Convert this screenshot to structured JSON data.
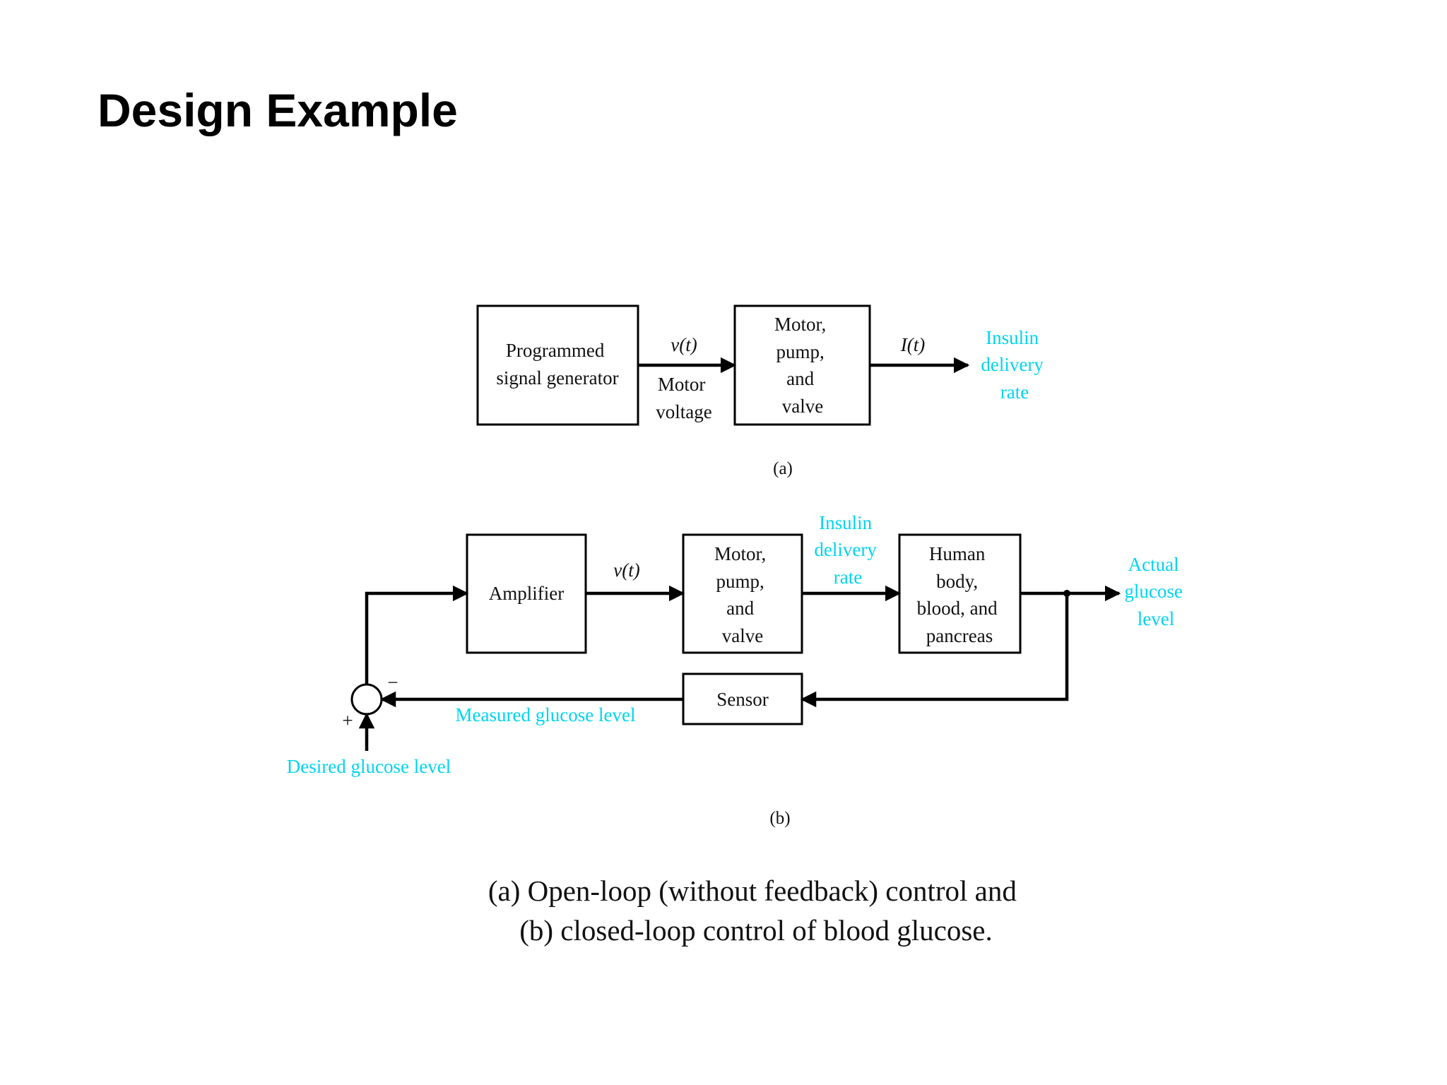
{
  "slide": {
    "title": "Design Example"
  },
  "diagram_a": {
    "label": "(a)",
    "blocks": {
      "generator": [
        "Programmed",
        "signal generator"
      ],
      "motor": [
        "Motor,",
        "pump,",
        "and",
        "valve"
      ]
    },
    "signals": {
      "v_symbol": "v(t)",
      "motor_voltage": [
        "Motor",
        "voltage"
      ],
      "i_symbol": "I(t)",
      "output": [
        "Insulin",
        "delivery",
        "rate"
      ]
    }
  },
  "diagram_b": {
    "label": "(b)",
    "blocks": {
      "amplifier": [
        "Amplifier"
      ],
      "motor": [
        "Motor,",
        "pump,",
        "and",
        "valve"
      ],
      "body": [
        "Human",
        "body,",
        "blood, and",
        "pancreas"
      ],
      "sensor": [
        "Sensor"
      ]
    },
    "signals": {
      "v_symbol": "v(t)",
      "insulin": [
        "Insulin",
        "delivery",
        "rate"
      ],
      "output": [
        "Actual",
        "glucose",
        "level"
      ],
      "measured": "Measured glucose level",
      "desired": "Desired glucose level",
      "minus": "−",
      "plus": "+"
    }
  },
  "caption": [
    "(a) Open-loop (without feedback) control and",
    "(b) closed-loop control of blood glucose."
  ],
  "colors": {
    "signal_label": "#00d4f0",
    "line": "#000000"
  }
}
